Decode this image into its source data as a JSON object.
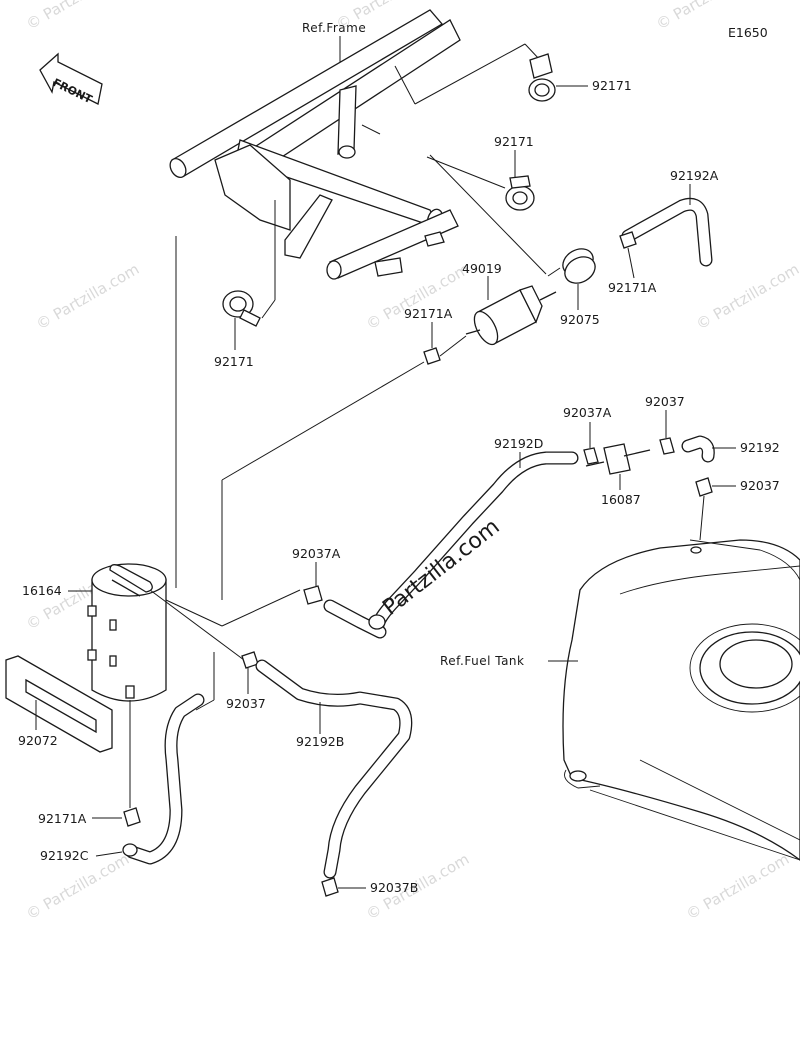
{
  "diagram": {
    "code": "E1650",
    "front_label": "FRONT",
    "watermark_small": "© Partzilla.com",
    "watermark_large": "Partzilla.com",
    "refs": {
      "frame": "Ref.Frame",
      "fuel_tank": "Ref.Fuel Tank"
    },
    "parts": {
      "p92171_top": "92171",
      "p92171_mid": "92171",
      "p92171_left": "92171",
      "p92192A": "92192A",
      "p49019": "49019",
      "p92171A_left": "92171A",
      "p92171A_right": "92171A",
      "p92075": "92075",
      "p92037A_top": "92037A",
      "p92037_top": "92037",
      "p92192D": "92192D",
      "p92192": "92192",
      "p92037_right": "92037",
      "p16087": "16087",
      "p92037A_mid": "92037A",
      "p16164": "16164",
      "p92072": "92072",
      "p92037_low": "92037",
      "p92192B": "92192B",
      "p92171A_low": "92171A",
      "p92192C": "92192C",
      "p92037B": "92037B"
    }
  }
}
